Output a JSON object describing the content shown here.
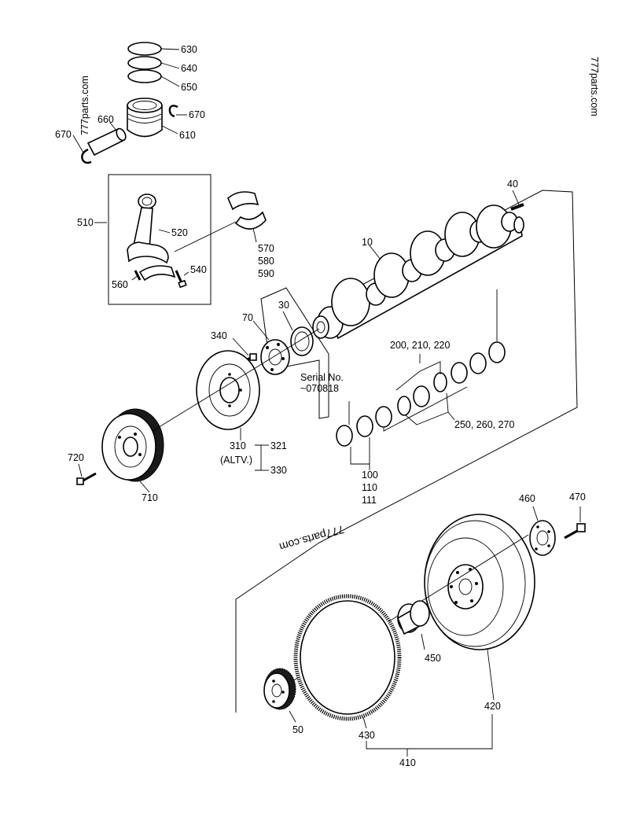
{
  "watermarks": {
    "top_right": "777parts.com",
    "top_left": "777parts.com",
    "center": "777parts.com"
  },
  "labels": {
    "p630": "630",
    "p640": "640",
    "p650": "650",
    "p660": "660",
    "p670_right": "670",
    "p670_left": "670",
    "p610": "610",
    "p510": "510",
    "p520": "520",
    "p540": "540",
    "p560": "560",
    "p570": "570",
    "p580": "580",
    "p590": "590",
    "p40": "40",
    "p10": "10",
    "p30": "30",
    "p70": "70",
    "p340": "340",
    "serial_line1": "Serial No.",
    "serial_line2": "~070818",
    "p200_220": "200, 210, 220",
    "p250_270": "250, 260, 270",
    "p100": "100",
    "p110": "110",
    "p111": "111",
    "p310": "310",
    "p321": "321",
    "p330": "330",
    "altv": "(ALTV.)",
    "p720": "720",
    "p710": "710",
    "p460": "460",
    "p470": "470",
    "p450": "450",
    "p420": "420",
    "p430": "430",
    "p410": "410",
    "p50": "50"
  }
}
